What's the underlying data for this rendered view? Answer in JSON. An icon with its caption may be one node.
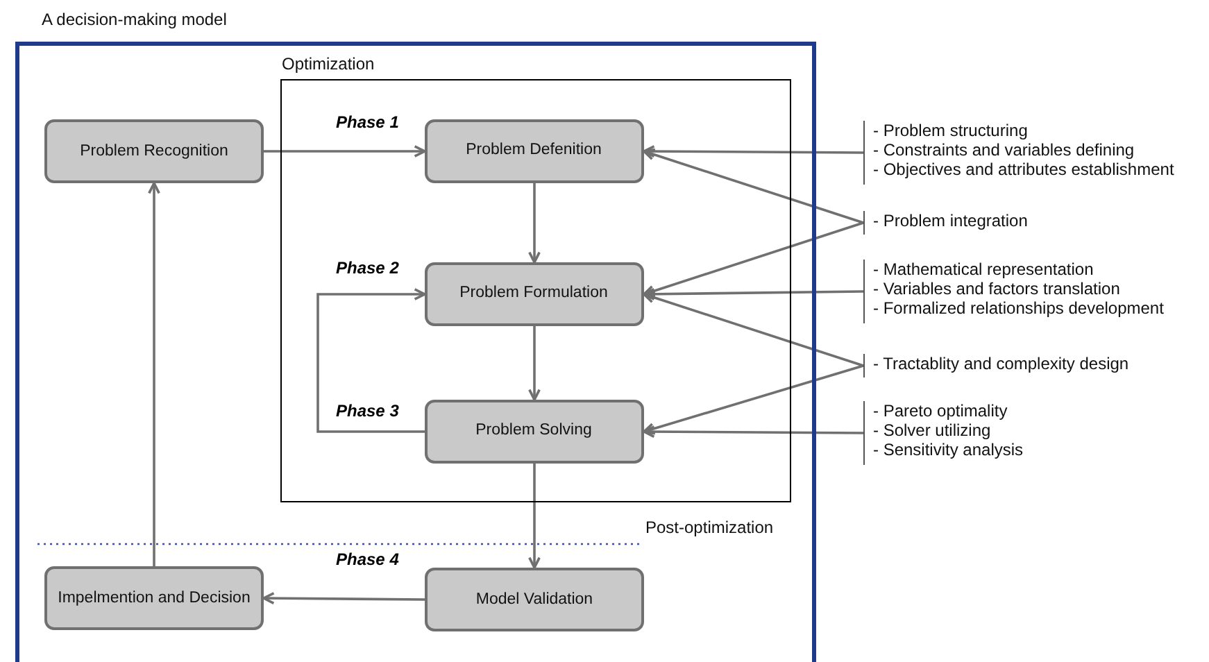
{
  "diagram": {
    "nodes": [
      {
        "text": [
          "A decision-making model"
        ]
      },
      {
        "text": [
          "Optimization"
        ],
        "in": 0
      },
      {
        "text": [
          "Problem Recognition"
        ],
        "in": 0
      },
      {
        "text": [
          "Problem Defenition"
        ],
        "in": 1,
        "beside": [
          "Phase 1"
        ]
      },
      {
        "text": [
          "Problem Formulation"
        ],
        "in": 1,
        "beside": [
          "Phase 2"
        ]
      },
      {
        "text": [
          "Problem Solving"
        ],
        "in": 1,
        "beside": [
          "Phase 3"
        ]
      },
      {
        "text": [
          "Impelmention and Decision"
        ],
        "in": 0
      },
      {
        "text": [
          "Model Validation"
        ],
        "in": 0,
        "beside": [
          "Phase 4"
        ]
      },
      {
        "text": [
          "- Problem structuring",
          "- Constraints and variables defining",
          "- Objectives and attributes establishment"
        ]
      },
      {
        "text": [
          "- Problem integration"
        ]
      },
      {
        "text": [
          "- Mathematical representation",
          "- Variables and factors translation",
          "- Formalized relationships development"
        ]
      },
      {
        "text": [
          "- Tractablity and complexity design"
        ]
      },
      {
        "text": [
          "- Pareto optimality",
          "- Solver utilizing",
          "- Sensitivity analysis"
        ]
      }
    ],
    "edges": [
      {
        "from": 2,
        "to": 3,
        "arrow": "to"
      },
      {
        "from": 3,
        "to": 4,
        "arrow": "to"
      },
      {
        "from": 4,
        "to": 5,
        "arrow": "to"
      },
      {
        "from": 5,
        "to": 4,
        "arrow": "to"
      },
      {
        "from": 5,
        "to": 7,
        "arrow": "to"
      },
      {
        "from": 7,
        "to": 6,
        "arrow": "to"
      },
      {
        "from": 6,
        "to": 2,
        "arrow": "to"
      },
      {
        "from": 8,
        "to": 3,
        "arrow": "to"
      },
      {
        "from": 9,
        "to": 3,
        "arrow": "to"
      },
      {
        "from": 9,
        "to": 4,
        "arrow": "to"
      },
      {
        "from": 10,
        "to": 4,
        "arrow": "to"
      },
      {
        "from": 11,
        "to": 4,
        "arrow": "to"
      },
      {
        "from": 11,
        "to": 5,
        "arrow": "to"
      },
      {
        "from": 12,
        "to": 5,
        "arrow": "to"
      }
    ],
    "labels": [
      "Post-optimization"
    ]
  }
}
